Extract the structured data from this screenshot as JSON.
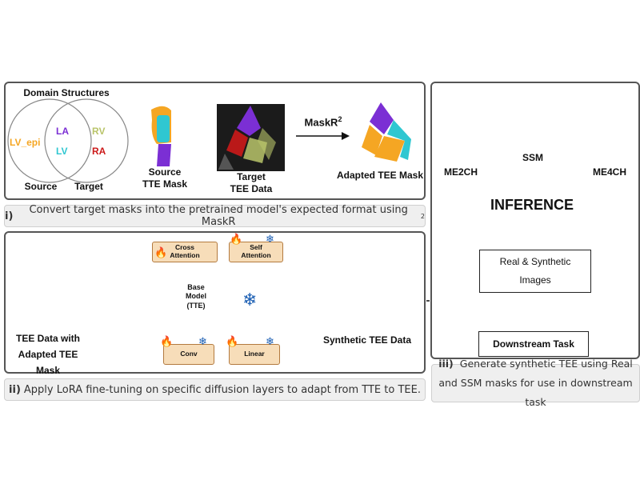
{
  "panel1": {
    "venn_title": "Domain Structures",
    "source_items": [
      "LV_epi"
    ],
    "shared_items": [
      "LA",
      "LV"
    ],
    "target_items": [
      "RV",
      "RA"
    ],
    "source_label": "Source",
    "target_label": "Target",
    "source_mask_label": "Source\nTTE Mask",
    "target_data_label": "Target\nTEE Data",
    "mapping_label": "MaskR",
    "mapping_superscript": "2",
    "adapted_label": "Adapted TEE Mask"
  },
  "caption1": {
    "numeral": "i)",
    "text": "Convert target masks into the pretrained model's expected format using MaskR",
    "superscript": "2"
  },
  "panel2": {
    "input_label": "TEE Data with\nAdapted TEE Mask",
    "chip_cross": "Cross\nAttention",
    "chip_self": "Self\nAttention",
    "chip_conv": "Conv",
    "chip_linear": "Linear",
    "base_model": "Base\nModel\n(TTE)",
    "output_label": "Synthetic TEE Data"
  },
  "caption2": {
    "numeral": "ii)",
    "text": "Apply LoRA fine-tuning on specific diffusion layers to adapt from TTE to TEE."
  },
  "panel3": {
    "left_view": "ME2CH",
    "center": "SSM",
    "right_view": "ME4CH",
    "inference": "INFERENCE",
    "real_synthetic": "Real & Synthetic\nImages",
    "downstream": "Downstream Task"
  },
  "caption3": {
    "numeral": "iii)",
    "text": "Generate synthetic TEE using Real and SSM masks for use in downstream task"
  },
  "colors": {
    "la": "#7b2fd4",
    "lv": "#2fc7d1",
    "lv_epi": "#f5a623",
    "rv": "#b9c46a",
    "ra": "#cc1a1a",
    "heart": "#b3222a",
    "ssm_outline": "#2f3f8f"
  },
  "icons": {
    "fire": "fire-icon",
    "snowflake": "snowflake-icon"
  }
}
